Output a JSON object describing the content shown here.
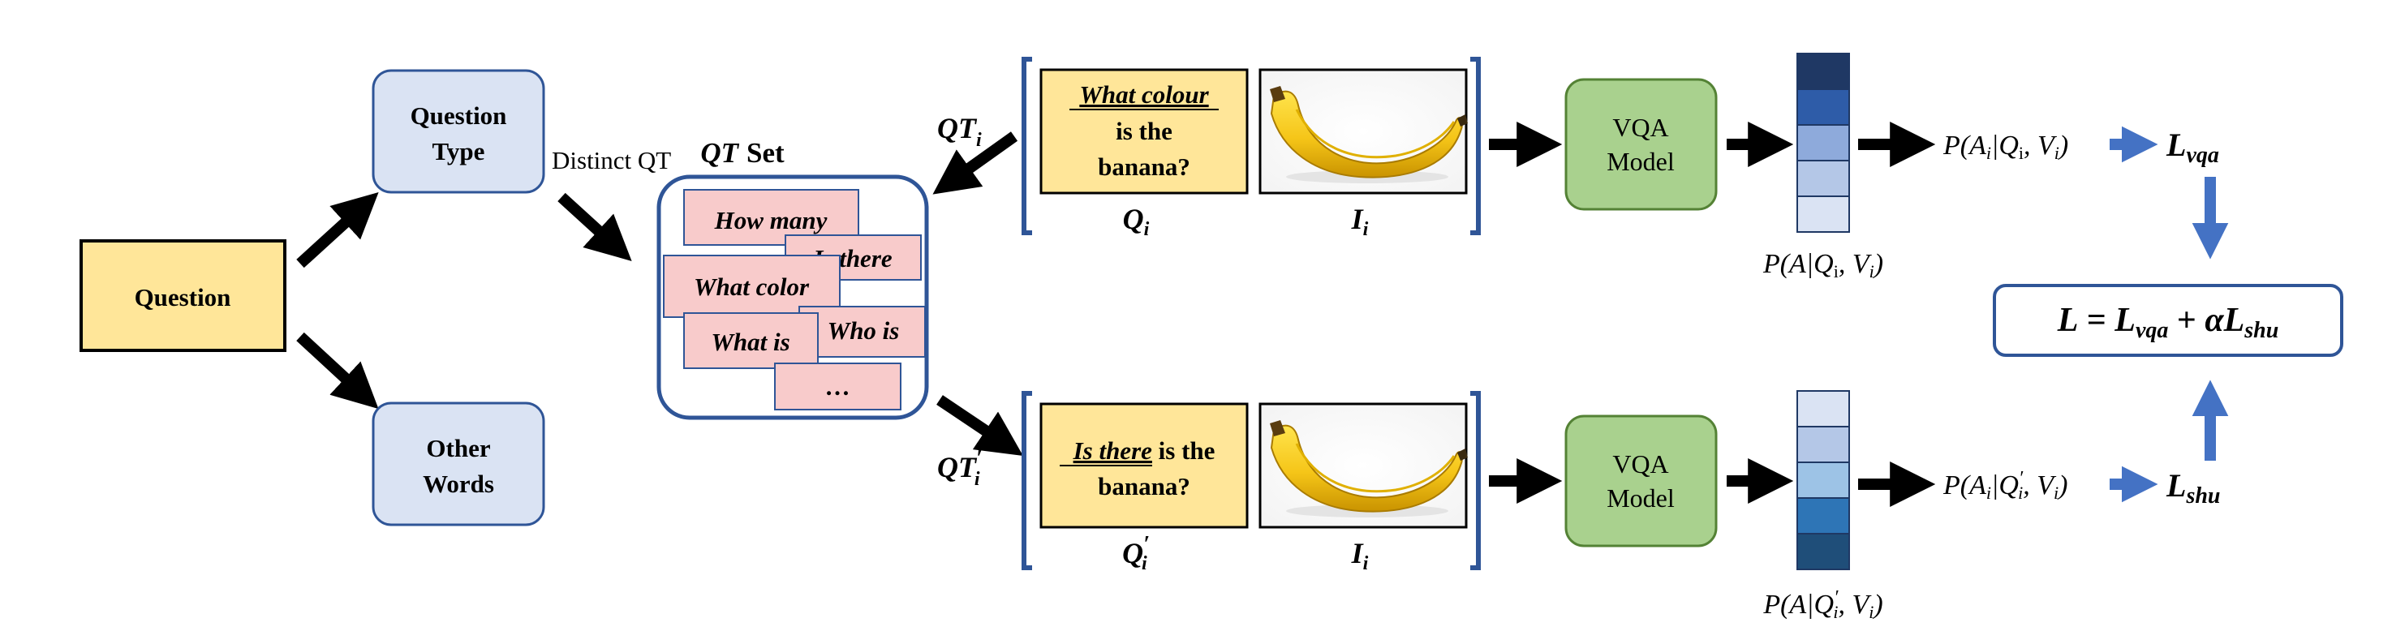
{
  "question": "Question",
  "question_type": {
    "line1": "Question",
    "line2": "Type"
  },
  "other_words": {
    "line1": "Other",
    "line2": "Words"
  },
  "distinct_qt": "Distinct QT",
  "qt_set": {
    "title_sym": "QT",
    "title_word": "Set"
  },
  "qt_items": [
    "How many",
    "Is there",
    "What color",
    "What is",
    "Who is",
    "…"
  ],
  "top": {
    "qt_label": "QT",
    "qt_sub": "i",
    "q_underlined": "What colour",
    "q_line2": "is the",
    "q_line3": "banana?",
    "q_label": "Q",
    "q_sub": "i",
    "img_label": "I",
    "img_sub": "i",
    "model_line1": "VQA",
    "model_line2": "Model",
    "dist_label": "P(A|Q",
    "dist_label_sub": "i",
    "dist_label_rest": ", V",
    "dist_label_sub2": "i",
    "dist_label_end": ")",
    "prob_label": "P(A",
    "prob_label_sub": "i",
    "prob_label_mid": "|Q",
    "prob_label_sub2": "i",
    "prob_label_rest": ", V",
    "prob_label_sub3": "i",
    "prob_label_end": ")",
    "loss": "L",
    "loss_sub": "vqa",
    "bar_colors": [
      "#1f3864",
      "#2e5ca8",
      "#8eaadb",
      "#b4c7e7",
      "#dae3f3"
    ]
  },
  "bottom": {
    "qt_label": "QT",
    "qt_prime": "′",
    "qt_sub": "i",
    "q_underlined": "Is there",
    "q_line1_rest": " is the",
    "q_line2": "banana?",
    "q_label": "Q",
    "q_prime": "′",
    "q_sub": "i",
    "img_label": "I",
    "img_sub": "i",
    "model_line1": "VQA",
    "model_line2": "Model",
    "dist_label": "P(A|Q",
    "dist_prime": "′",
    "dist_label_sub": "i",
    "dist_label_rest": ", V",
    "dist_label_sub2": "i",
    "dist_label_end": ")",
    "prob_label": "P(A",
    "prob_label_sub": "i",
    "prob_label_mid": "|Q",
    "prob_prime": "′",
    "prob_label_sub2": "i",
    "prob_label_rest": ", V",
    "prob_label_sub3": "i",
    "prob_label_end": ")",
    "loss": "L",
    "loss_sub": "shu",
    "bar_colors": [
      "#dae3f3",
      "#b4c7e7",
      "#9dc3e6",
      "#2e75b6",
      "#1f4e79"
    ]
  },
  "total_loss": {
    "lhs": "L",
    "eq": " = ",
    "t1": "L",
    "t1_sub": "vqa",
    "plus": " + ",
    "alpha": "α",
    "t2": "L",
    "t2_sub": "shu"
  },
  "colors": {
    "question_fill": "#ffe699",
    "blue_box_fill": "#dae3f3",
    "blue_box_stroke": "#2f5597",
    "pink_fill": "#f8cbcb",
    "green_fill": "#a9d18e",
    "green_stroke": "#548235",
    "arrow_blue": "#4472c4"
  }
}
